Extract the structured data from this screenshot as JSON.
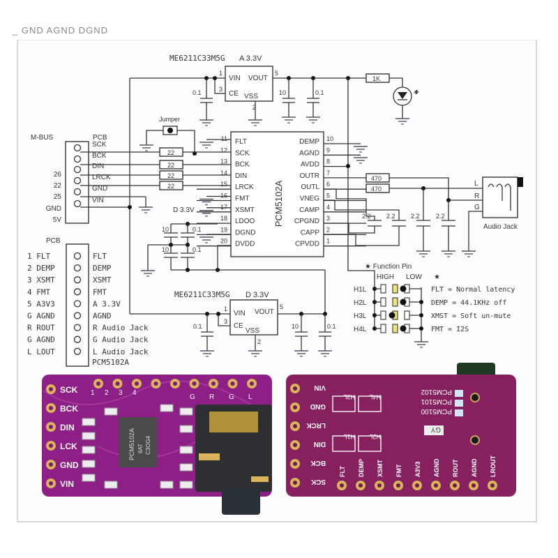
{
  "header_cut": {
    "text": "_  GND    AGND    DGND"
  },
  "regulator_top": {
    "part": "ME6211C33M5G",
    "rail": "A 3.3V",
    "pins": {
      "vin": "VIN",
      "vout": "VOUT",
      "ce": "CE",
      "vss": "VSS",
      "p1": "1",
      "p3": "3",
      "p5": "5",
      "p2": "2"
    },
    "caps": [
      "0.1",
      "10",
      "0.1"
    ]
  },
  "regulator_bottom": {
    "part": "ME6211C33M5G",
    "rail": "D 3.3V",
    "pins": {
      "vin": "VIN",
      "vout": "VOUT",
      "ce": "CE",
      "vss": "VSS",
      "p1": "1",
      "p3": "3",
      "p5": "5",
      "p2": "2"
    },
    "caps": [
      "0.1",
      "10",
      "0.1"
    ]
  },
  "led": {
    "resistor": "1K"
  },
  "jumper": {
    "label": "Jumper"
  },
  "mbus": {
    "title": "M-BUS",
    "pcb_label": "PCB",
    "rows": [
      {
        "left": "",
        "right": "SCK"
      },
      {
        "left": "",
        "right": "BCK"
      },
      {
        "left": "26",
        "right": "DIN"
      },
      {
        "left": "22",
        "right": "LRCK"
      },
      {
        "left": "25",
        "right": "GND"
      },
      {
        "left": "GND",
        "right": "VIN"
      },
      {
        "left": "5V",
        "right": ""
      }
    ],
    "series_resistors": [
      "22",
      "22",
      "22",
      "22"
    ]
  },
  "chip": {
    "name": "PCM5102A",
    "left_pins": [
      {
        "num": "11",
        "name": "FLT"
      },
      {
        "num": "12",
        "name": "SCK"
      },
      {
        "num": "13",
        "name": "BCK"
      },
      {
        "num": "14",
        "name": "DIN"
      },
      {
        "num": "15",
        "name": "LRCK"
      },
      {
        "num": "16",
        "name": "FMT"
      },
      {
        "num": "17",
        "name": "XSMT"
      },
      {
        "num": "18",
        "name": "LDOO"
      },
      {
        "num": "19",
        "name": "DGND"
      },
      {
        "num": "20",
        "name": "DVDD"
      }
    ],
    "right_pins": [
      {
        "num": "10",
        "name": "DEMP"
      },
      {
        "num": "9",
        "name": "AGND"
      },
      {
        "num": "8",
        "name": "AVDD"
      },
      {
        "num": "7",
        "name": "OUTR"
      },
      {
        "num": "6",
        "name": "OUTL"
      },
      {
        "num": "5",
        "name": "VNEG"
      },
      {
        "num": "4",
        "name": "CAMP"
      },
      {
        "num": "3",
        "name": "CPGND"
      },
      {
        "num": "2",
        "name": "CAPP"
      },
      {
        "num": "1",
        "name": "CPVDD"
      }
    ],
    "rail_label": "D 3.3V",
    "ldo_caps": [
      "10",
      "0.1",
      "10",
      "0.1"
    ]
  },
  "output": {
    "resistors": [
      "470",
      "470"
    ],
    "caps": [
      "2.2",
      "2.2",
      "2.2",
      "2.2"
    ],
    "jack_pins": [
      "L",
      "R",
      "G"
    ],
    "jack_label": "Audio Jack"
  },
  "header_pinout": {
    "pcb_label": "PCB",
    "rows": [
      {
        "left": "1 FLT",
        "right": "FLT"
      },
      {
        "left": "2 DEMP",
        "right": "DEMP"
      },
      {
        "left": "3 XSMT",
        "right": "XSMT"
      },
      {
        "left": "4 FMT",
        "right": "FMT"
      },
      {
        "left": "5 A3V3",
        "right": "A 3.3V"
      },
      {
        "left": "G AGND",
        "right": "AGND"
      },
      {
        "left": "R ROUT",
        "right": "R Audio Jack"
      },
      {
        "left": "G AGND",
        "right": "G Audio Jack"
      },
      {
        "left": "L LOUT",
        "right": "L Audio Jack"
      }
    ],
    "footer": "PCM5102A"
  },
  "function_pins": {
    "title": "★ Function Pin",
    "high": "HIGH",
    "low": "LOW",
    "star": "★",
    "rows": [
      {
        "name": "H1L",
        "setting": "LOW",
        "desc": "FLT  = Normal latency"
      },
      {
        "name": "H2L",
        "setting": "LOW",
        "desc": "DEMP = 44.1KHz off"
      },
      {
        "name": "H3L",
        "setting": "HIGH",
        "desc": "XMST = Soft un-mute"
      },
      {
        "name": "H4L",
        "setting": "LOW",
        "desc": "FMT  = I2S"
      }
    ]
  },
  "board_front": {
    "left_pins": [
      "SCK",
      "BCK",
      "DIN",
      "LCK",
      "GND",
      "VIN"
    ],
    "top_numbers": [
      "1",
      "2",
      "3",
      "4"
    ],
    "top_letters": [
      "G",
      "R",
      "G",
      "L"
    ],
    "chip_text": [
      "PCM5102A",
      "8AT",
      "C3OG4"
    ]
  },
  "board_back": {
    "left_pins": [
      "VIN",
      "GND",
      "LRCK",
      "DIN",
      "BCK",
      "SCK"
    ],
    "jumper_labels": [
      "H3L",
      "H4L",
      "H1L",
      "H2L"
    ],
    "variants": [
      "PCM5102",
      "PCM5101",
      "PCM5100"
    ],
    "logo": "GY",
    "bottom_pins": [
      "FLT",
      "DEMP",
      "XSMT",
      "FMT",
      "A3V3",
      "AGND",
      "ROUT",
      "AGND",
      "LROUT"
    ]
  },
  "colors": {
    "pcb": "#8e1f86",
    "pcb_back": "#86205e",
    "pad": "#d9b45a",
    "jumper_yellow": "#f1e27a"
  }
}
